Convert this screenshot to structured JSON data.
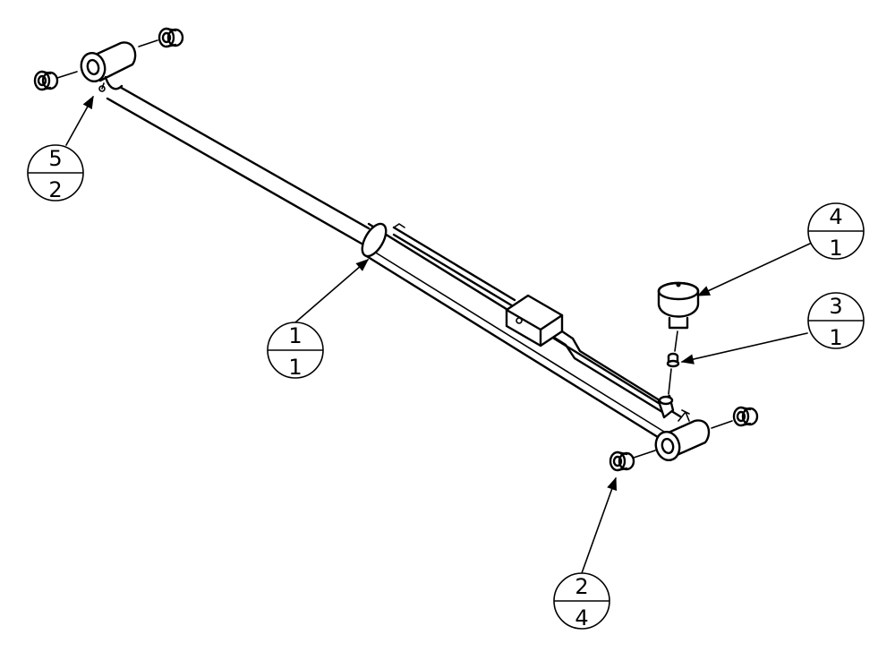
{
  "diagram": {
    "balloons": [
      {
        "id": "b1",
        "item": "1",
        "qty": "1"
      },
      {
        "id": "b2",
        "item": "2",
        "qty": "4"
      },
      {
        "id": "b3",
        "item": "3",
        "qty": "1"
      },
      {
        "id": "b4",
        "item": "4",
        "qty": "1"
      },
      {
        "id": "b5",
        "item": "5",
        "qty": "2"
      }
    ]
  }
}
